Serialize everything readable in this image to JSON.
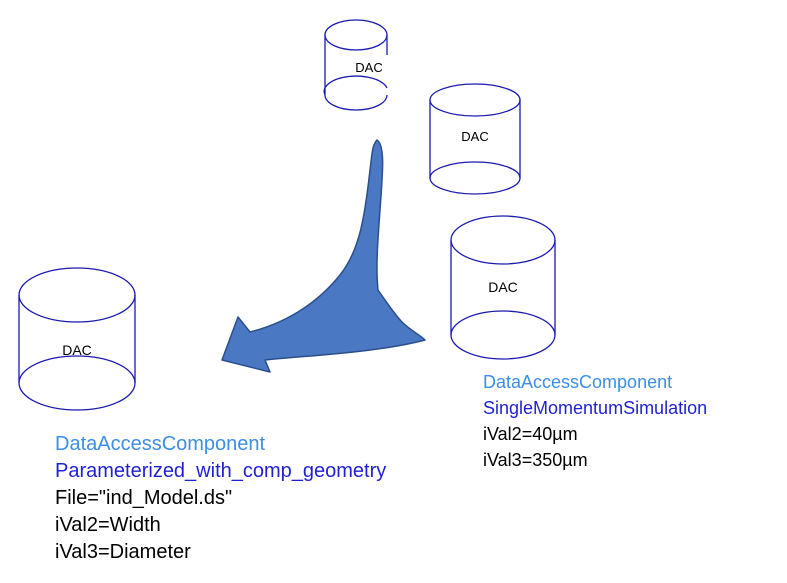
{
  "colors": {
    "cylinder_stroke": "#1a1ab0",
    "arrow_fill": "#4a78c2",
    "arrow_stroke": "#2b4f8e",
    "component_text": "#3d8ee6",
    "instance_text": "#1f1fd6",
    "param_text": "#000000"
  },
  "cylinders": {
    "top": {
      "label": "DAC"
    },
    "middle": {
      "label": "DAC"
    },
    "right": {
      "label": "DAC"
    },
    "left": {
      "label": "DAC"
    }
  },
  "left_component": {
    "type": "DataAccessComponent",
    "name": "Parameterized_with_comp_geometry",
    "params": [
      "File=\"ind_Model.ds\"",
      "iVal2=Width",
      "iVal3=Diameter"
    ]
  },
  "right_component": {
    "type": "DataAccessComponent",
    "name": "SingleMomentumSimulation",
    "params": [
      "iVal2=40µm",
      "iVal3=350µm"
    ]
  }
}
